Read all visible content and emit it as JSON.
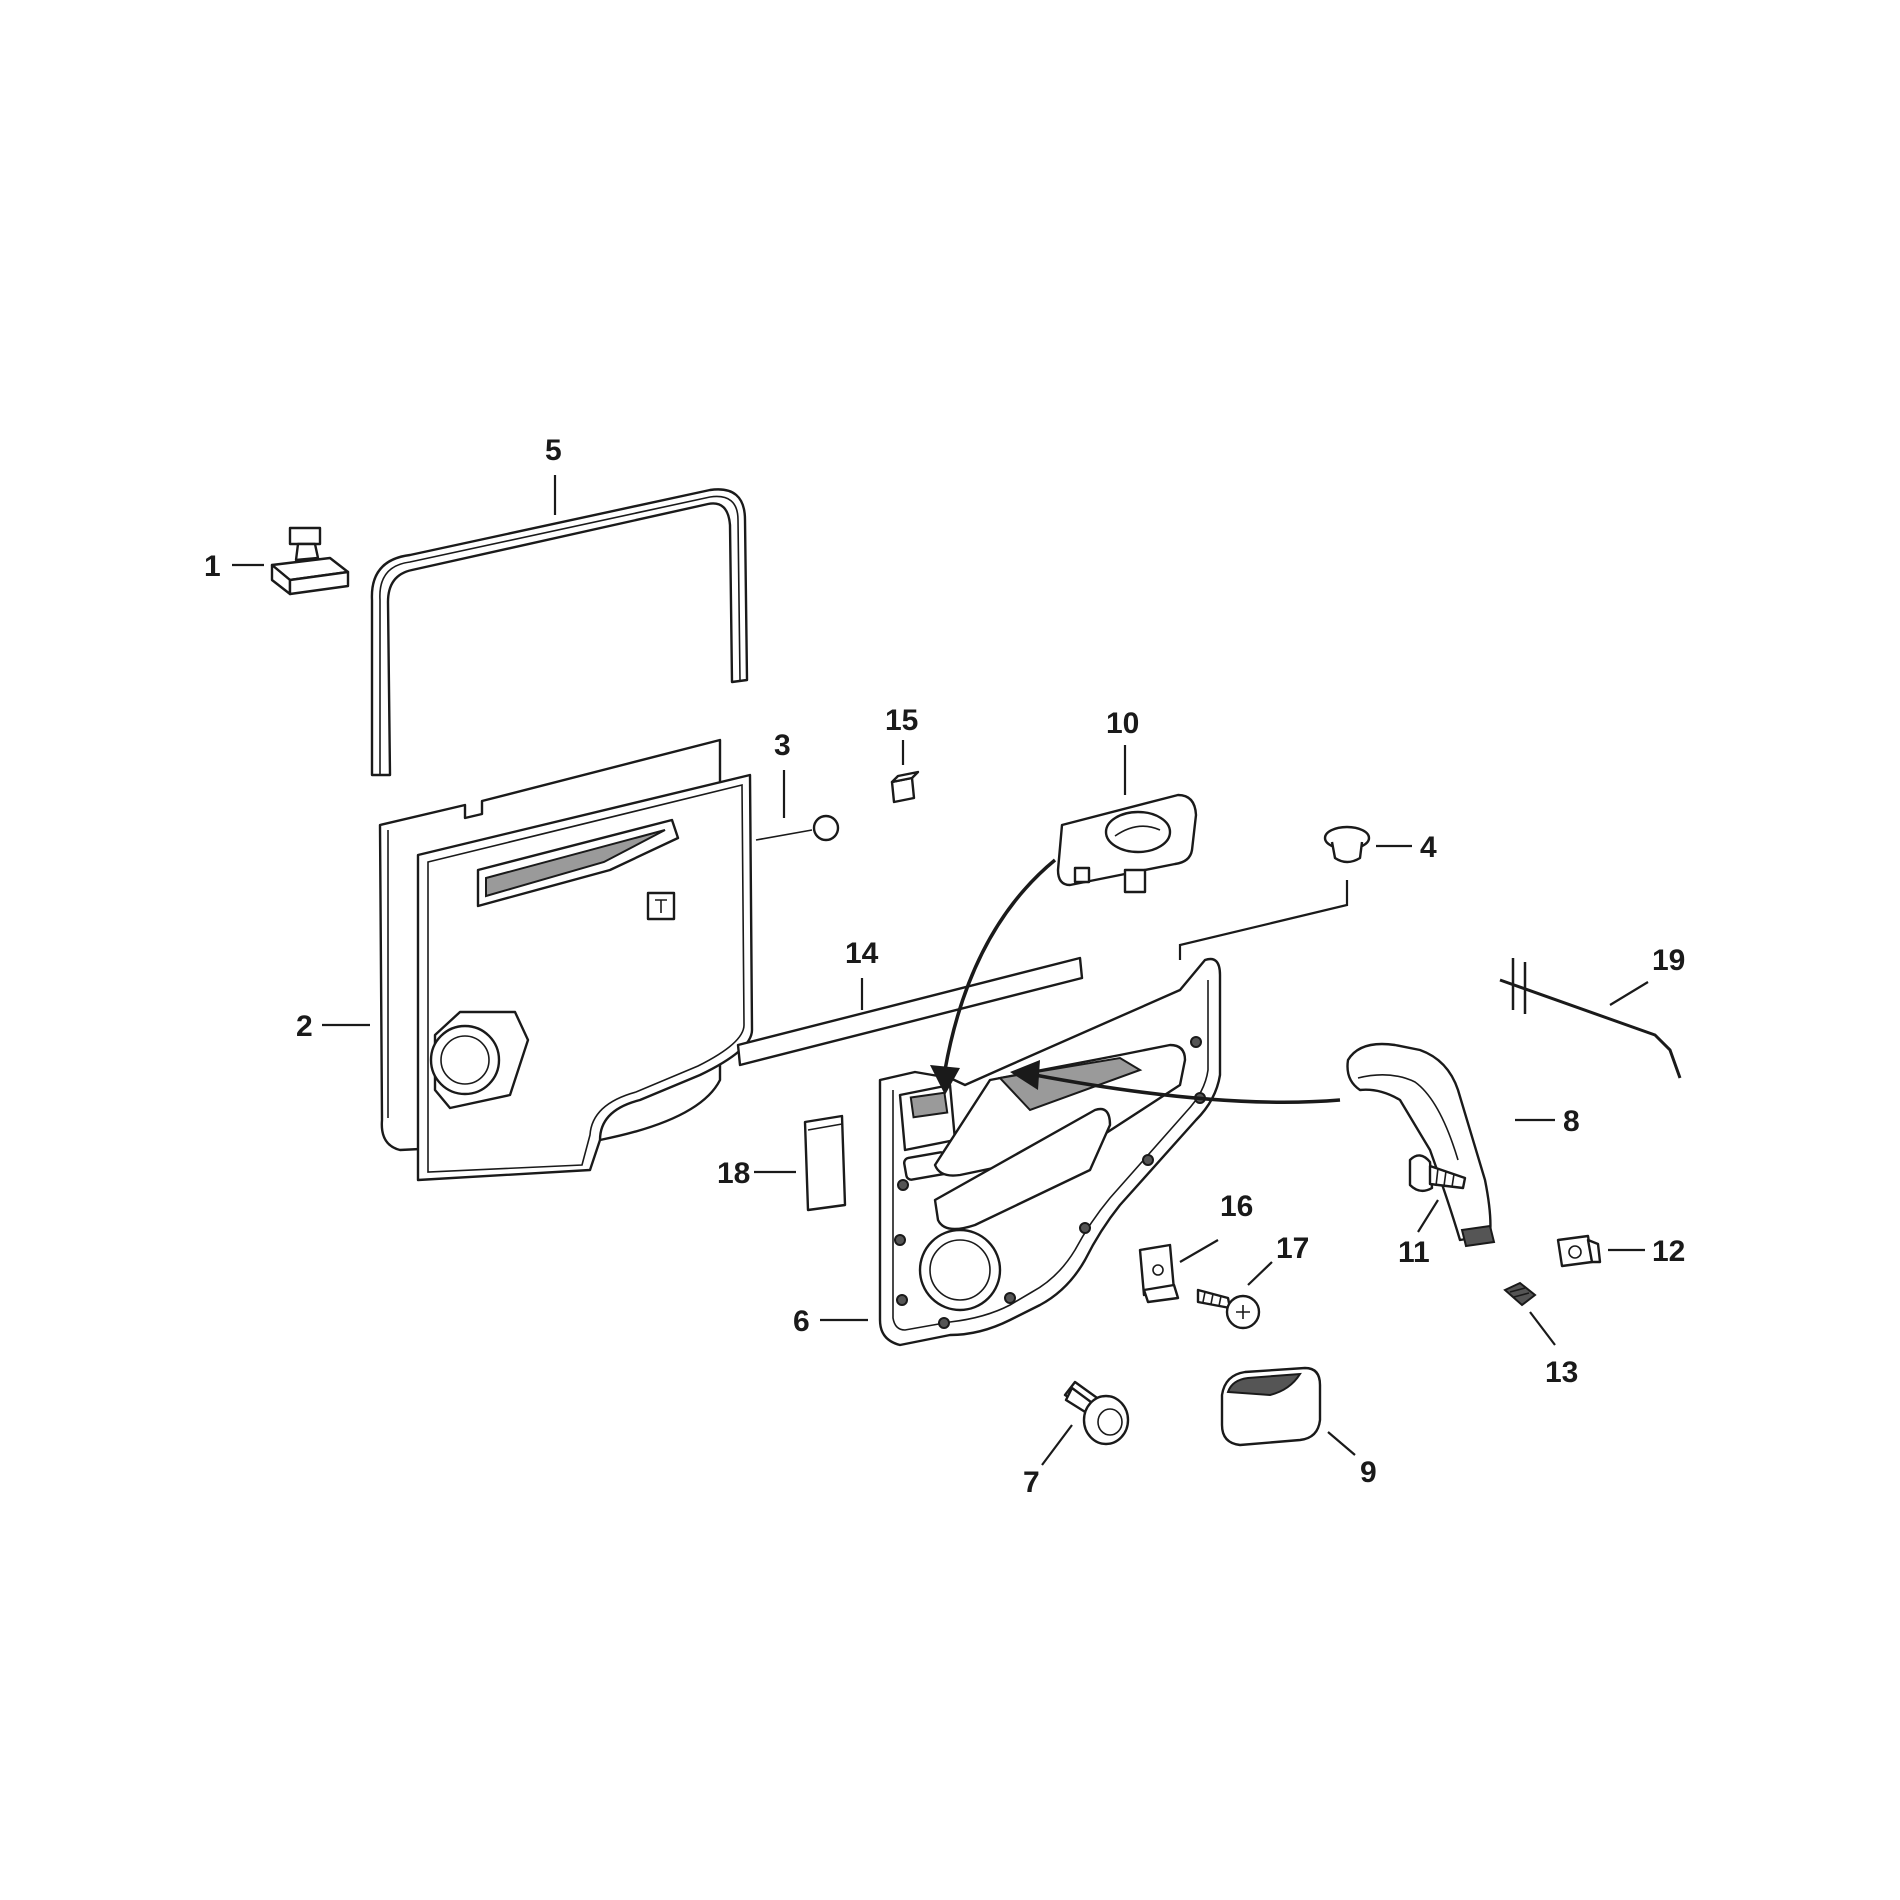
{
  "diagram": {
    "callouts": [
      {
        "id": "c1",
        "label": "1"
      },
      {
        "id": "c2",
        "label": "2"
      },
      {
        "id": "c3",
        "label": "3"
      },
      {
        "id": "c4",
        "label": "4"
      },
      {
        "id": "c5",
        "label": "5"
      },
      {
        "id": "c6",
        "label": "6"
      },
      {
        "id": "c7",
        "label": "7"
      },
      {
        "id": "c8",
        "label": "8"
      },
      {
        "id": "c9",
        "label": "9"
      },
      {
        "id": "c10",
        "label": "10"
      },
      {
        "id": "c11",
        "label": "11"
      },
      {
        "id": "c12",
        "label": "12"
      },
      {
        "id": "c13",
        "label": "13"
      },
      {
        "id": "c14",
        "label": "14"
      },
      {
        "id": "c15",
        "label": "15"
      },
      {
        "id": "c16",
        "label": "16"
      },
      {
        "id": "c17",
        "label": "17"
      },
      {
        "id": "c18",
        "label": "18"
      },
      {
        "id": "c19",
        "label": "19"
      }
    ],
    "colors": {
      "line": "#1a1a1a",
      "fill": "#ffffff",
      "shade": "#9a9a9a"
    }
  }
}
